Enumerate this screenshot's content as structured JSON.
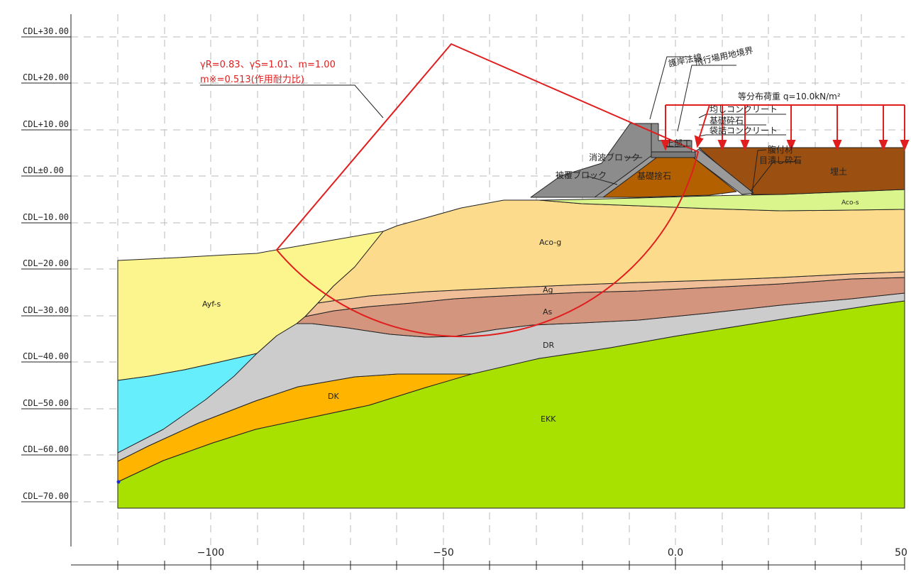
{
  "y_axis_labels": [
    "CDL+30.00",
    "CDL+20.00",
    "CDL+10.00",
    "CDL±0.00",
    "CDL−10.00",
    "CDL−20.00",
    "CDL−30.00",
    "CDL−40.00",
    "CDL−50.00",
    "CDL−60.00",
    "CDL−70.00"
  ],
  "x_axis_labels": [
    "−100",
    "−50",
    "0.0",
    "50"
  ],
  "stability": {
    "line1": "γ_{R}=0.83、γ_{S}=1.01、m=1.00",
    "line1_plain": "γR=0.83、γS=1.01、m=1.00",
    "line2": "m※=0.513(作用耐力比)"
  },
  "structure_labels": {
    "revetment_line": "護岸法線",
    "airport_boundary": "飛行場用地境界",
    "load": "等分布荷重 q=10.0kN/m²",
    "leveling_concrete": "均しコンクリート",
    "foundation_gravel": "基礎砕石",
    "bag_concrete": "袋詰コンクリート",
    "upper_works": "上部工",
    "wave_block": "消波ブロック",
    "armor_block": "被覆ブロック",
    "foundation_rubble": "基礎捨石",
    "backfill": "腹付材",
    "filter_gravel": "目潰し砕石",
    "fill": "埋土"
  },
  "layers": {
    "aco_s": "Aco-s",
    "aco_g": "Aco-g",
    "ayf_s": "Ayf-s",
    "ag": "Ag",
    "as": "As",
    "dr": "DR",
    "dk": "DK",
    "ekk": "EKK"
  },
  "colors": {
    "ekk": "#a8e000",
    "dk": "#ffb400",
    "dr": "#cccccc",
    "as": "#d4957e",
    "ag": "#f0bf98",
    "aco_g": "#fcdc8c",
    "ayf_s": "#fcf48c",
    "aco_s": "#daf58c",
    "blue": "#66eefc",
    "rubble": "#b36000",
    "fill": "#9b5011",
    "block": "#8c8c8c",
    "slip": "#e01e1e"
  }
}
